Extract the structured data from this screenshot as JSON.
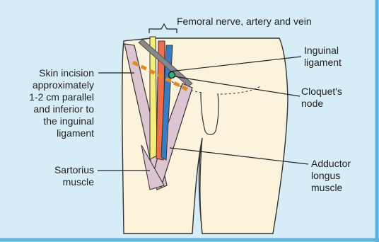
{
  "labels": {
    "femoral": "Femoral nerve, artery and vein",
    "inguinal_ligament": [
      "Inguinal",
      "ligament"
    ],
    "cloquets_node": [
      "Cloquet's",
      "node"
    ],
    "skin_incision": [
      "Skin incision",
      "approximately",
      "1-2 cm parallel",
      "and inferior to",
      "the inguinal",
      "ligament"
    ],
    "sartorius": [
      "Sartorius",
      "muscle"
    ],
    "adductor_longus": [
      "Adductor",
      "longus",
      "muscle"
    ]
  },
  "colors": {
    "background": "#d6ecf7",
    "skin": "#fcf3dc",
    "border": "#5bb3df",
    "muscle": "#dcc4d0",
    "nerve": "#f5ee7a",
    "artery": "#ee6e4f",
    "vein": "#3a7cc2",
    "ligament": "#888888",
    "incision": "#e08a25",
    "node": "#2db37a"
  }
}
